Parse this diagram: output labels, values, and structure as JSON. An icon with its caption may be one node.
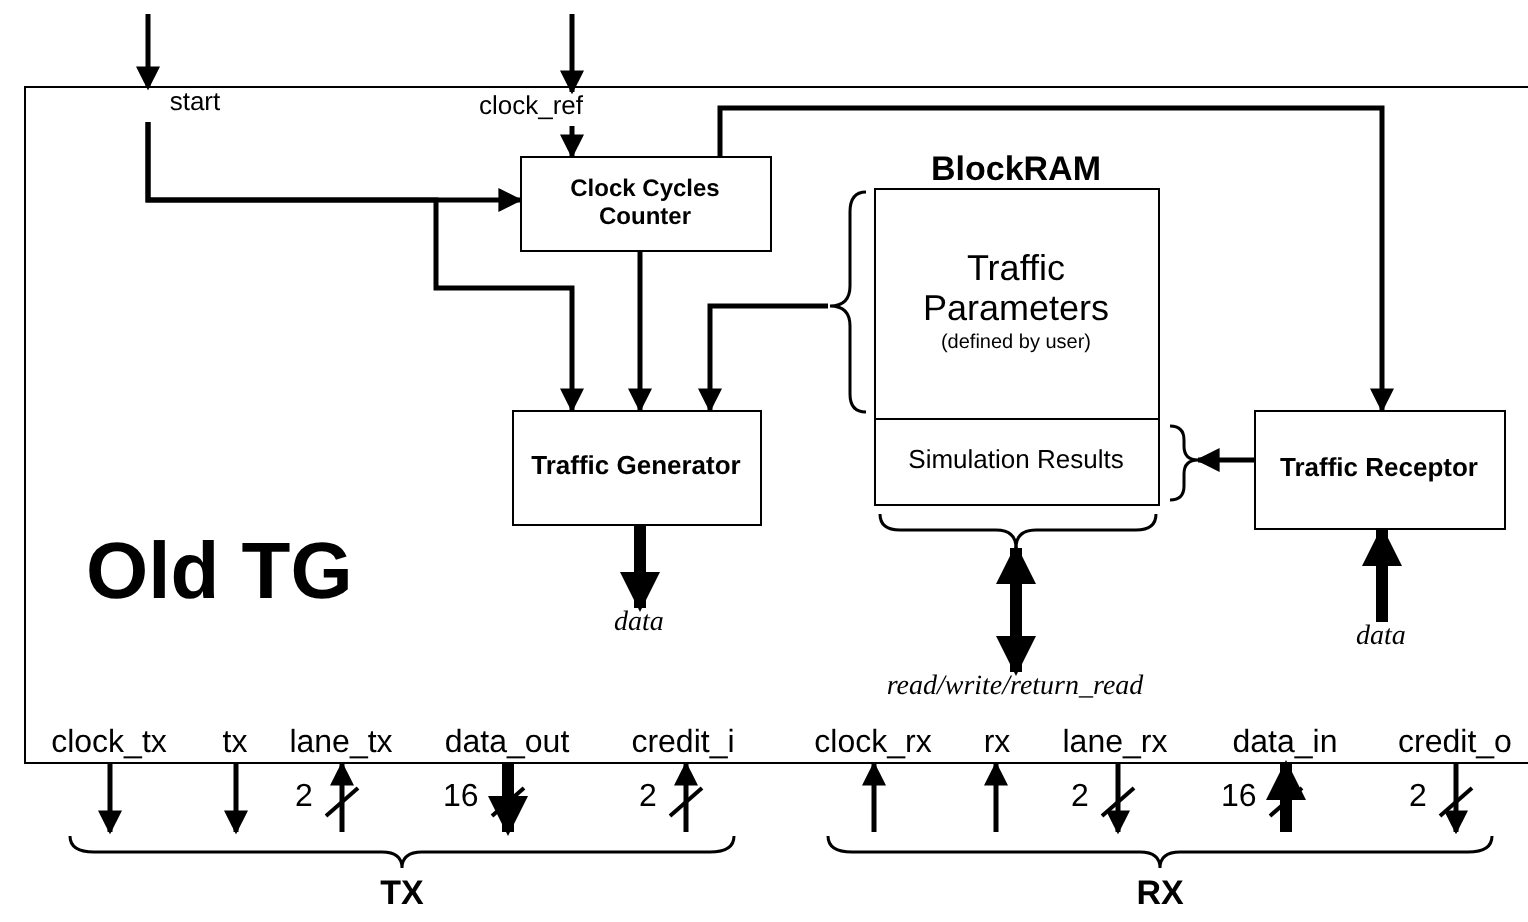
{
  "diagram": {
    "nodes": [
      {
        "text": [
          "Old TG"
        ]
      },
      {
        "text": [
          "start"
        ],
        "in": 0
      },
      {
        "text": [
          "clock_ref"
        ],
        "in": 0
      },
      {
        "text": [
          "Clock Cycles Counter"
        ],
        "in": 0
      },
      {
        "text": [
          "BlockRAM"
        ],
        "in": 0
      },
      {
        "text": [
          "Traffic Parameters",
          "(defined by user)"
        ],
        "in": 4
      },
      {
        "text": [
          "Simulation Results"
        ],
        "in": 4
      },
      {
        "text": [
          "Traffic Generator"
        ],
        "in": 0
      },
      {
        "text": [
          "Traffic Receptor"
        ],
        "in": 0
      },
      {
        "text": [
          "data"
        ],
        "in": 0
      },
      {
        "text": [
          "read/write/return_read"
        ],
        "in": 0
      },
      {
        "text": [
          "data"
        ],
        "in": 0
      },
      {
        "text": [
          "clock_tx"
        ],
        "in": 0
      },
      {
        "text": [
          "tx"
        ],
        "in": 0
      },
      {
        "text": [
          "lane_tx"
        ],
        "in": 0,
        "beside": [
          "2"
        ]
      },
      {
        "text": [
          "data_out"
        ],
        "in": 0,
        "beside": [
          "16"
        ]
      },
      {
        "text": [
          "credit_i"
        ],
        "in": 0,
        "beside": [
          "2"
        ]
      },
      {
        "text": [
          "clock_rx"
        ],
        "in": 0
      },
      {
        "text": [
          "rx"
        ],
        "in": 0
      },
      {
        "text": [
          "lane_rx"
        ],
        "in": 0,
        "beside": [
          "2"
        ]
      },
      {
        "text": [
          "data_in"
        ],
        "in": 0,
        "beside": [
          "16"
        ]
      },
      {
        "text": [
          "credit_o"
        ],
        "in": 0,
        "beside": [
          "2"
        ]
      },
      {
        "text": [
          "TX"
        ]
      },
      {
        "text": [
          "RX"
        ]
      }
    ],
    "edges": [
      {
        "from": null,
        "to": 1,
        "arrow": "to"
      },
      {
        "from": null,
        "to": 2,
        "arrow": "to"
      },
      {
        "from": 1,
        "to": 3,
        "arrow": "to"
      },
      {
        "from": 1,
        "to": 7,
        "arrow": "to"
      },
      {
        "from": 2,
        "to": 3,
        "arrow": "to"
      },
      {
        "from": 3,
        "to": 7,
        "arrow": "to"
      },
      {
        "from": 5,
        "to": 7,
        "arrow": "to"
      },
      {
        "from": 3,
        "to": 8,
        "arrow": "to"
      },
      {
        "from": 8,
        "to": 6,
        "arrow": "to"
      },
      {
        "from": 7,
        "to": 9,
        "arrow": "to",
        "style": "thick"
      },
      {
        "from": 6,
        "to": 10,
        "arrow": "both",
        "style": "thick"
      },
      {
        "from": 11,
        "to": 8,
        "arrow": "to",
        "style": "thick"
      },
      {
        "from": 12,
        "to": 22,
        "arrow": "to"
      },
      {
        "from": 13,
        "to": 22,
        "arrow": "to"
      },
      {
        "from": 22,
        "to": 14,
        "arrow": "to"
      },
      {
        "from": 15,
        "to": 22,
        "arrow": "to",
        "style": "thick"
      },
      {
        "from": 22,
        "to": 16,
        "arrow": "to"
      },
      {
        "from": 23,
        "to": 17,
        "arrow": "to"
      },
      {
        "from": 23,
        "to": 18,
        "arrow": "to"
      },
      {
        "from": 19,
        "to": 23,
        "arrow": "to"
      },
      {
        "from": 23,
        "to": 20,
        "arrow": "to",
        "style": "thick"
      },
      {
        "from": 21,
        "to": 23,
        "arrow": "to"
      }
    ]
  }
}
